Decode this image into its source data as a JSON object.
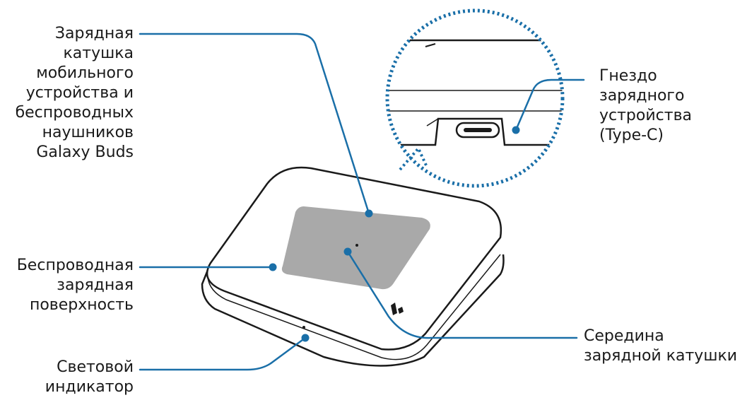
{
  "labels": {
    "coil": "Зарядная\nкатушка\nмобильного\nустройства и\nбеспроводных\nнаушников\nGalaxy Buds",
    "socket": "Гнездо\nзарядного\nустройства\n(Type-C)",
    "surface": "Беспроводная\nзарядная\nповерхность",
    "center": "Середина\nзарядной катушки",
    "indicator": "Световой\nиндикатор"
  },
  "colors": {
    "leader": "#1a6fa8",
    "outline": "#1a1a1a",
    "coil_area": "#a9a9a9",
    "zoom_border": "#1a6fa8"
  }
}
